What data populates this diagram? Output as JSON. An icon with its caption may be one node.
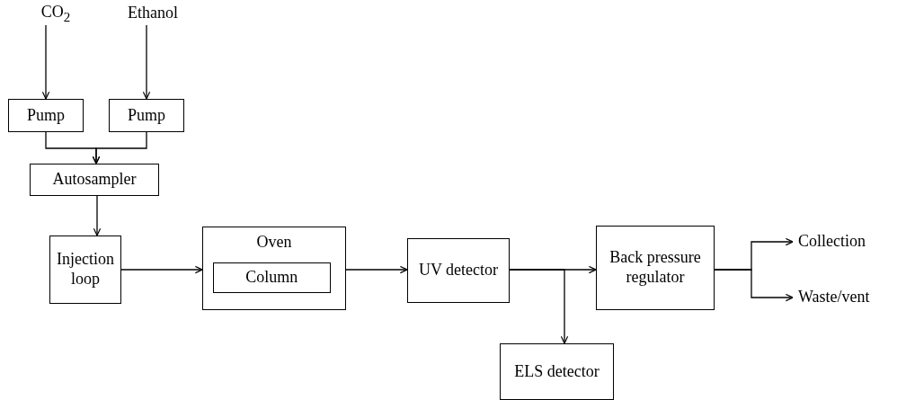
{
  "diagram": {
    "nodes": [
      {
        "text": [
          "CO$_{2}$"
        ]
      },
      {
        "text": [
          "Ethanol"
        ]
      },
      {
        "text": [
          "Pump"
        ]
      },
      {
        "text": [
          "Pump"
        ]
      },
      {
        "text": [
          "Autosampler"
        ]
      },
      {
        "text": [
          "Injection loop"
        ]
      },
      {
        "text": [
          "Oven"
        ]
      },
      {
        "text": [
          "Column"
        ],
        "in": 6
      },
      {
        "text": [
          "UV detector"
        ]
      },
      {
        "text": [
          "Back pressure regulator"
        ]
      },
      {
        "text": [
          "ELS detector"
        ]
      },
      {
        "text": [
          "Collection"
        ]
      },
      {
        "text": [
          "Waste/vent"
        ]
      }
    ],
    "edges": [
      {
        "from": 0,
        "to": 2,
        "arrow": "to"
      },
      {
        "from": 1,
        "to": 3,
        "arrow": "to"
      },
      {
        "from": 2,
        "to": 4,
        "arrow": "to"
      },
      {
        "from": 3,
        "to": 4,
        "arrow": "to"
      },
      {
        "from": 4,
        "to": 5,
        "arrow": "to"
      },
      {
        "from": 5,
        "to": 6,
        "arrow": "to"
      },
      {
        "from": 6,
        "to": 8,
        "arrow": "to"
      },
      {
        "from": 8,
        "to": 9,
        "arrow": "to"
      },
      {
        "from": 8,
        "to": 10,
        "arrow": "to"
      },
      {
        "from": 9,
        "to": 11,
        "arrow": "to"
      },
      {
        "from": 9,
        "to": 12,
        "arrow": "to"
      }
    ]
  }
}
